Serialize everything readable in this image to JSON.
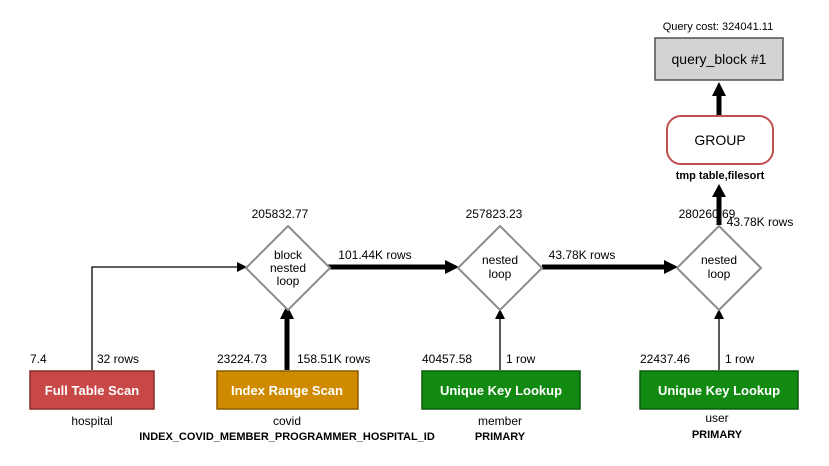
{
  "query_cost_label": "Query cost: 324041.11",
  "query_block": {
    "label": "query_block #1",
    "fill": "#d3d3d3",
    "border": "#505050"
  },
  "group": {
    "label": "GROUP",
    "note": "tmp table,filesort",
    "border": "#c0504d"
  },
  "joins": [
    {
      "cost": "205832.77",
      "label_lines": [
        "block",
        "nested",
        "loop"
      ],
      "out_rows": "101.44K rows"
    },
    {
      "cost": "257823.23",
      "label_lines": [
        "nested",
        "loop"
      ],
      "out_rows": "43.78K rows"
    },
    {
      "cost": "280260.69",
      "label_lines": [
        "nested",
        "loop"
      ],
      "out_rows": "43.78K rows"
    }
  ],
  "tables": [
    {
      "access": "Full Table Scan",
      "cost": "7.4",
      "rows": "32 rows",
      "table": "hospital",
      "key": "",
      "color": "#c84848",
      "border": "#8b2d2d"
    },
    {
      "access": "Index Range Scan",
      "cost": "23224.73",
      "rows": "158.51K rows",
      "table": "covid",
      "key": "INDEX_COVID_MEMBER_PROGRAMMER_HOSPITAL_ID",
      "color": "#cf8a00",
      "border": "#8a5a00"
    },
    {
      "access": "Unique Key Lookup",
      "cost": "40457.58",
      "rows": "1 row",
      "table": "member",
      "key": "PRIMARY",
      "color": "#128a12",
      "border": "#0b5a0b"
    },
    {
      "access": "Unique Key Lookup",
      "cost": "22437.46",
      "rows": "1 row",
      "table": "user",
      "key": "PRIMARY",
      "color": "#128a12",
      "border": "#0b5a0b"
    }
  ]
}
